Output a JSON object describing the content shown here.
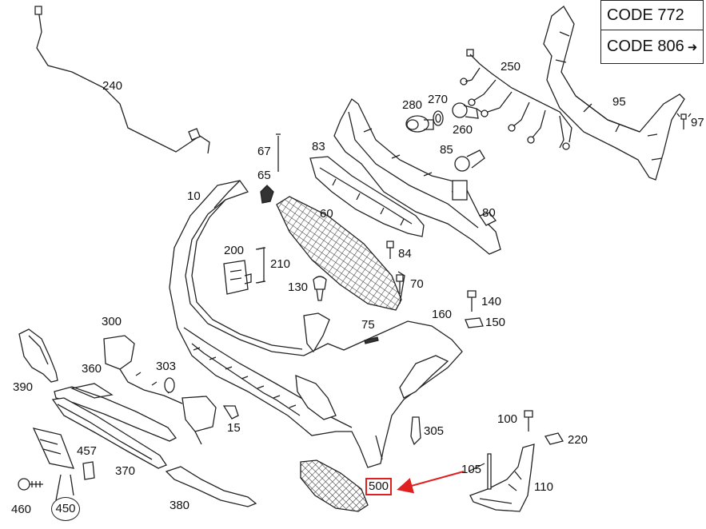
{
  "codes": {
    "code1": "CODE 772",
    "code2": "CODE 806",
    "arrow": "➜"
  },
  "highlight": {
    "part": "500",
    "color": "#e02020"
  },
  "labels": {
    "p240": "240",
    "p250": "250",
    "p280": "280",
    "p270": "270",
    "p260": "260",
    "p95": "95",
    "p97": "97",
    "p85": "85",
    "p67": "67",
    "p83": "83",
    "p65": "65",
    "p10": "10",
    "p60": "60",
    "p80": "80",
    "p200": "200",
    "p210": "210",
    "p84": "84",
    "p130": "130",
    "p70": "70",
    "p160": "160",
    "p140": "140",
    "p150": "150",
    "p75": "75",
    "p300": "300",
    "p390": "390",
    "p360": "360",
    "p303": "303",
    "p15": "15",
    "p305": "305",
    "p100": "100",
    "p220": "220",
    "p457": "457",
    "p370": "370",
    "p105": "105",
    "p500": "500",
    "p110": "110",
    "p460": "460",
    "p450": "450",
    "p380": "380"
  }
}
